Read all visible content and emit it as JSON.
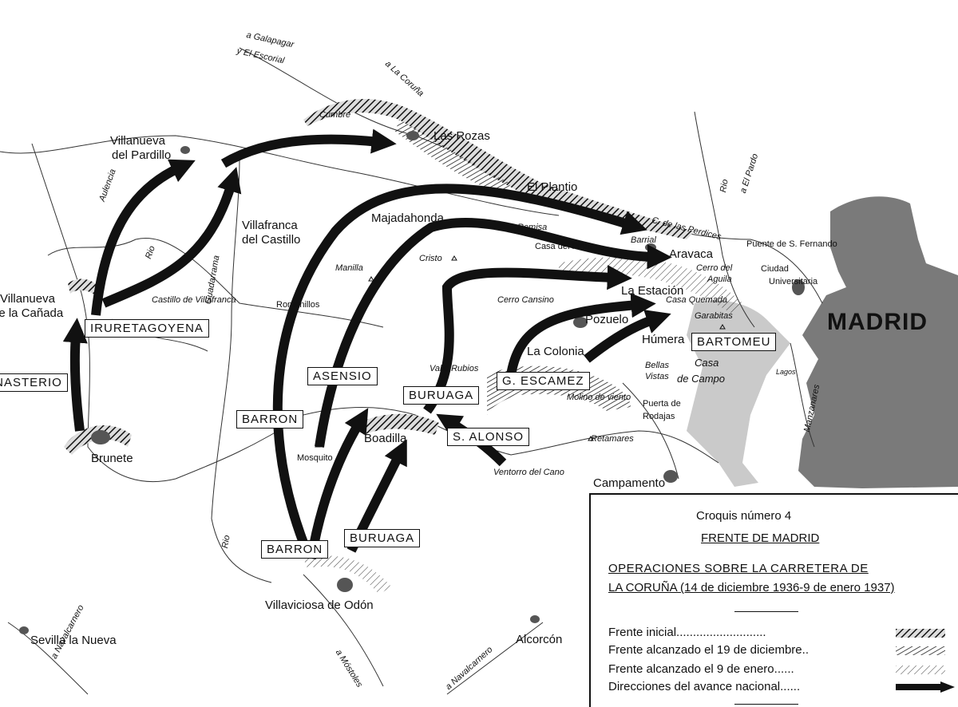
{
  "legend": {
    "sketch": "Croquis número 4",
    "front": "FRENTE DE MADRID",
    "title_line1": "OPERACIONES SOBRE LA CARRETERA DE",
    "title_line2": "LA CORUÑA (14 de diciembre 1936-9 de enero 1937)",
    "items": [
      {
        "label": "Frente inicial",
        "dots": "...........................",
        "pattern": "hatch-dense"
      },
      {
        "label": "Frente alcanzado el 19 de diciembre",
        "dots": "..",
        "pattern": "hatch-medium"
      },
      {
        "label": "Frente alcanzado el 9 de enero",
        "dots": "......",
        "pattern": "hatch-light"
      },
      {
        "label": "Direcciones del avance nacional",
        "dots": "......",
        "pattern": "arrow"
      }
    ]
  },
  "units": {
    "iruretagoyena": "IRURETAGOYENA",
    "monasterio": "MONASTERIO",
    "asensio": "ASENSIO",
    "barron_1": "BARRON",
    "buruaga_1": "BURUAGA",
    "g_escamez": "G. ESCAMEZ",
    "bartomeu": "BARTOMEU",
    "s_alonso": "S. ALONSO",
    "barron_2": "BARRON",
    "buruaga_2": "BURUAGA"
  },
  "places": {
    "madrid": "MADRID",
    "las_rozas": "Las Rozas",
    "el_plantio": "El Plantio",
    "villanueva_pardillo_1": "Villanueva",
    "villanueva_pardillo_2": "del Pardillo",
    "villafranca_1": "Villafranca",
    "villafranca_2": "del Castillo",
    "majadahonda": "Majadahonda",
    "aravaca": "Aravaca",
    "la_estacion": "La Estación",
    "pozuelo": "Pozuelo",
    "la_colonia": "La Colonia",
    "humera": "Húmera",
    "villanueva_canada_1": "Villanueva",
    "villanueva_canada_2": "de la Cañada",
    "brunete": "Brunete",
    "boadilla": "Boadilla",
    "campamento": "Campamento",
    "villaviciosa": "Villaviciosa de Odón",
    "sevilla_la_nueva": "Sevilla la Nueva",
    "alcorcon": "Alcorcón",
    "puente_s_fernando": "Puente de S. Fernando",
    "ciudad_1": "Ciudad",
    "ciudad_2": "Universitaria",
    "casa_1": "Casa",
    "casa_2": "de Campo",
    "puerta_1": "Puerta de",
    "puerta_2": "Rodajas",
    "bellas_vistas_1": "Bellas",
    "bellas_vistas_2": "Vistas",
    "cumbre": "Cumbre",
    "remisa": "Remisa",
    "casa_del_pinar": "Casa del Pinar",
    "barrial": "Barrial",
    "c_perdices": "C. de las Perdices",
    "cerro_aguila_1": "Cerro del",
    "cerro_aguila_2": "Aguila",
    "casa_quemada": "Casa Quemada",
    "garabitas": "Garabitas",
    "lagos": "Lagos",
    "cristo": "Cristo",
    "manilla": "Manilla",
    "romanillos": "Romanillos",
    "castillo_villafranca": "Castillo de Villafranca",
    "cerro_cansino": "Cerro Cansino",
    "valle_rubios": "Valle Rubios",
    "molino_viento": "Molino de viento",
    "retamares": "Retamares",
    "ventorro": "Ventorro del Cano",
    "mosquito": "Mosquito",
    "to_galapagar_1": "a Galapagar",
    "to_galapagar_2": "y El Escorial",
    "to_coruna": "a La Coruña",
    "to_el_pardo": "a El Pardo",
    "rio_1": "Rio",
    "rio_aulencia": "Aulencia",
    "rio_guadarrama": "Guadarrama",
    "rio_2": "Rio",
    "rio_3": "Rio",
    "manzanares": "Manzanares",
    "to_navalcarnero_1": "a Navalcarnero",
    "to_mostoles": "a Móstoles",
    "to_navalcarnero_2": "a Navalcarnero"
  },
  "colors": {
    "ink": "#111111",
    "madrid_fill": "#7a7a7a",
    "hatch": "#222222"
  }
}
